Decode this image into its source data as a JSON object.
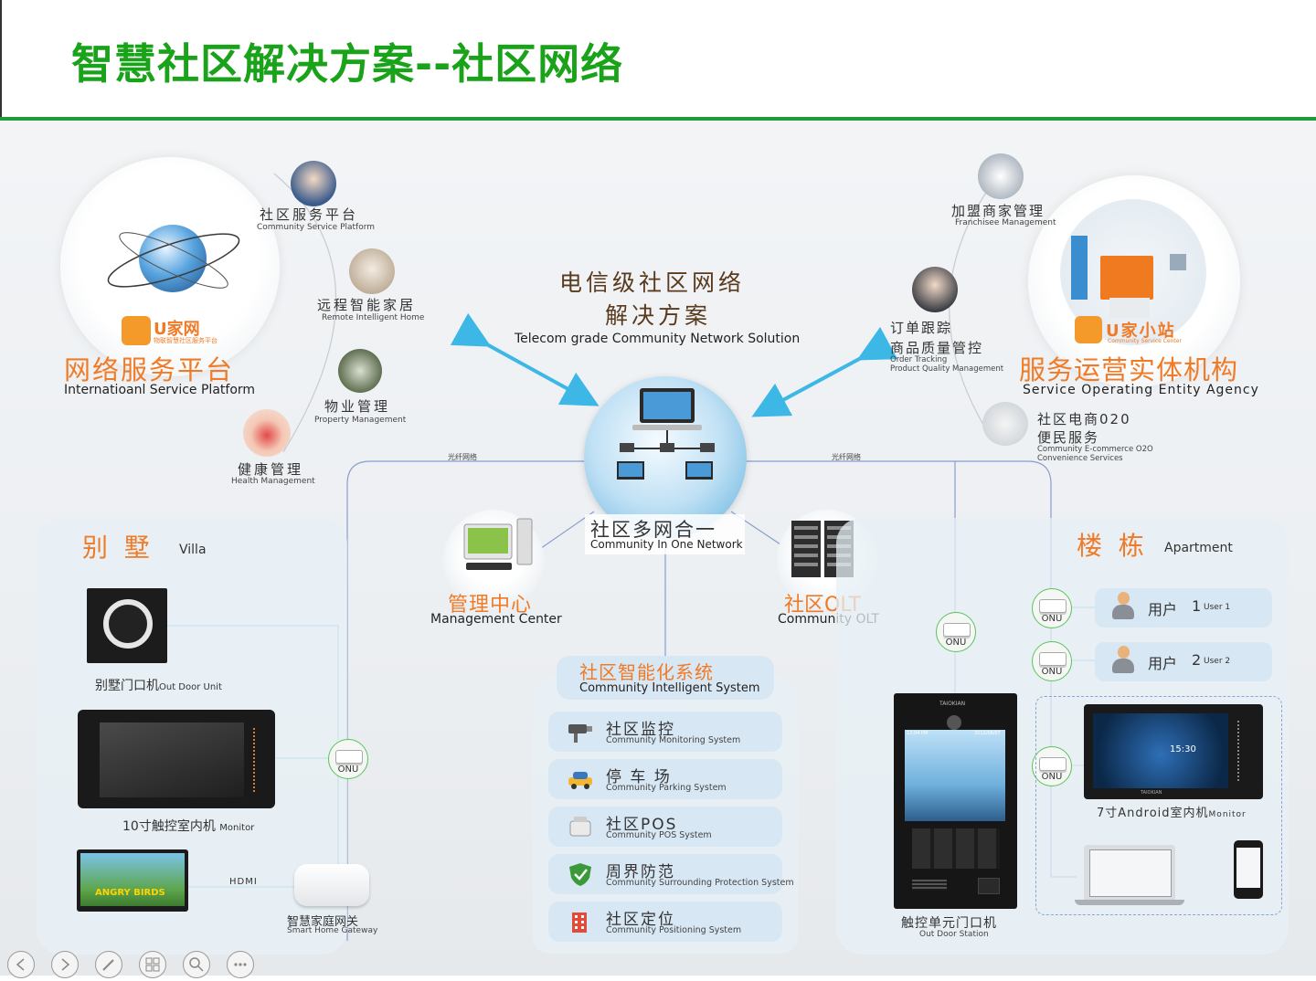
{
  "slide": {
    "title": "智慧社区解决方案--社区网络"
  },
  "center": {
    "title_line1": "电信级社区网络",
    "title_line2": "解决方案",
    "title_en": "Telecom grade Community Network Solution",
    "hub_cn": "社区多网合一",
    "hub_en": "Community In One Network",
    "fiber_left": "光纤网络",
    "fiber_right": "光纤网络"
  },
  "platform": {
    "brand": "U家网",
    "brand_sub": "物联智慧社区服务平台",
    "title_cn": "网络服务平台",
    "title_en": "Internatioanl Service Platform",
    "items": [
      {
        "cn": "社区服务平台",
        "en": "Community Service Platform"
      },
      {
        "cn": "远程智能家居",
        "en": "Remote Intelligent Home"
      },
      {
        "cn": "物业管理",
        "en": "Property Management"
      },
      {
        "cn": "健康管理",
        "en": "Health Management"
      }
    ]
  },
  "agency": {
    "brand": "U家小站",
    "brand_sub": "Community Service Center",
    "title_cn": "服务运营实体机构",
    "title_en": "Service Operating Entity Agency",
    "items": [
      {
        "cn": "加盟商家管理",
        "en": "Franchisee Management"
      },
      {
        "cn": "订单跟踪",
        "cn2": "商品质量管控",
        "en": "Order Tracking",
        "en2": "Product Quality Management"
      },
      {
        "cn": "社区电商020",
        "cn2": "便民服务",
        "en": "Community E-commerce O2O",
        "en2": "Convenience Services"
      }
    ]
  },
  "mgmt": {
    "cn": "管理中心",
    "en": "Management Center"
  },
  "olt": {
    "cn": "社区OLT",
    "en": "Community OLT"
  },
  "intelligent": {
    "cn": "社区智能化系统",
    "en": "Community Intelligent System",
    "items": [
      {
        "cn": "社区监控",
        "en": "Community Monitoring System",
        "icon": "cctv-camera-icon"
      },
      {
        "cn": "停 车 场",
        "en": "Community Parking System",
        "icon": "car-icon"
      },
      {
        "cn": "社区POS",
        "en": "Community POS System",
        "icon": "pos-terminal-icon"
      },
      {
        "cn": "周界防范",
        "en": "Community Surrounding Protection System",
        "icon": "shield-icon"
      },
      {
        "cn": "社区定位",
        "en": "Community Positioning System",
        "icon": "building-locator-icon"
      }
    ]
  },
  "villa": {
    "title_cn": "别  墅",
    "title_en": "Villa",
    "outdoor_cn": "别墅门口机",
    "outdoor_en": "Out Door Unit",
    "monitor_cn": "10寸触控室内机",
    "monitor_en": "Monitor",
    "hdmi": "HDMI",
    "tv_text": "ANGRY BIRDS",
    "gateway_cn": "智慧家庭网关",
    "gateway_en": "Smart Home Gateway",
    "onu": "ONU"
  },
  "apartment": {
    "title_cn": "楼  栋",
    "title_en": "Apartment",
    "users": [
      {
        "cn": "用户",
        "num": "1",
        "en": "User 1"
      },
      {
        "cn": "用户",
        "num": "2",
        "en": "User 2"
      }
    ],
    "monitor_cn": "7寸Android室内机",
    "monitor_en": "Monitor",
    "monitor_time": "15:30",
    "monitor_brand": "TAIOKIAN",
    "station_cn": "触控单元门口机",
    "station_en": "Out Door Station",
    "station_brand": "TAIOKIAN",
    "station_time": "12:04 PM",
    "station_date": "2012/06/07",
    "onu": "ONU"
  },
  "colors": {
    "title_green": "#1aa31a",
    "accent_orange": "#f07a25",
    "arrow_cyan": "#3cb7e6",
    "rule_green": "#1e9a3c",
    "onu_green": "#5ac35a"
  }
}
